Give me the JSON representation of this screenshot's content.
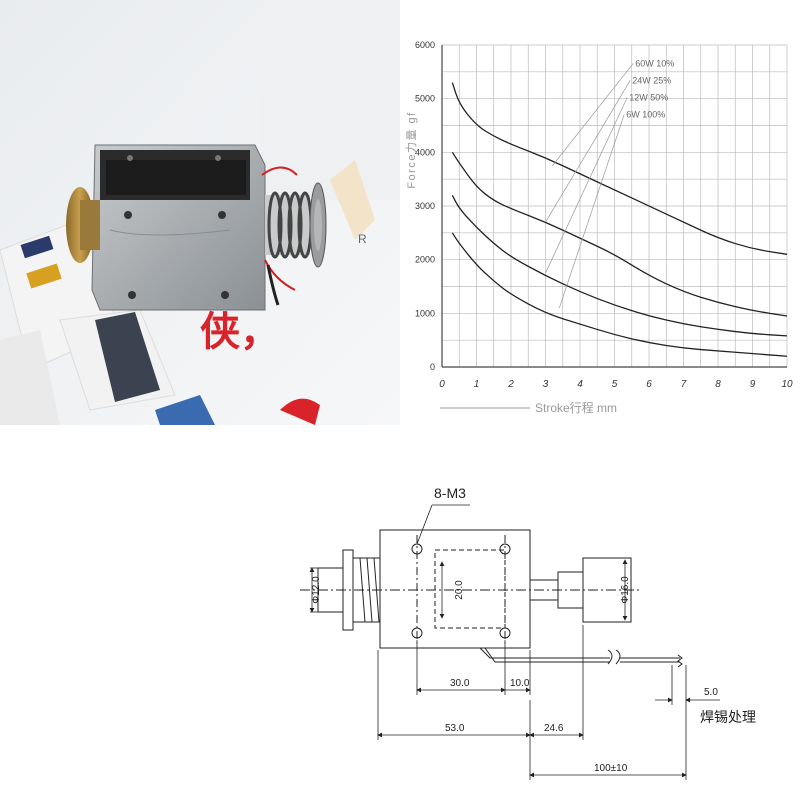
{
  "photo": {
    "stamp": "R",
    "banner_text": "侠，"
  },
  "chart_data": {
    "type": "line",
    "ylabel": "Force力量 gf",
    "xlabel": "Stroke行程 mm",
    "xlim": [
      0,
      10
    ],
    "ylim": [
      0,
      6000
    ],
    "xticks": [
      "0",
      "1",
      "2",
      "3",
      "4",
      "5",
      "6",
      "7",
      "8",
      "9",
      "10"
    ],
    "yticks": [
      "0",
      "1000",
      "2000",
      "3000",
      "4000",
      "5000",
      "6000"
    ],
    "grid": true,
    "series": [
      {
        "name": "60W 10%",
        "x": [
          0.3,
          0.5,
          1,
          1.5,
          2,
          3,
          4,
          5,
          6,
          7,
          8,
          9,
          10
        ],
        "y": [
          5300,
          4900,
          4500,
          4300,
          4150,
          3900,
          3600,
          3300,
          3000,
          2700,
          2400,
          2200,
          2100
        ]
      },
      {
        "name": "24W 25%",
        "x": [
          0.3,
          0.5,
          1,
          1.5,
          2,
          3,
          4,
          5,
          6,
          7,
          8,
          9,
          10
        ],
        "y": [
          4000,
          3800,
          3350,
          3100,
          2950,
          2700,
          2400,
          2100,
          1700,
          1400,
          1200,
          1050,
          950
        ]
      },
      {
        "name": "12W 50%",
        "x": [
          0.3,
          0.5,
          1,
          1.5,
          2,
          3,
          4,
          5,
          6,
          7,
          8,
          9,
          10
        ],
        "y": [
          3200,
          2950,
          2600,
          2300,
          2050,
          1700,
          1400,
          1150,
          950,
          800,
          700,
          620,
          580
        ]
      },
      {
        "name": "6W 100%",
        "x": [
          0.3,
          0.5,
          1,
          1.5,
          2,
          3,
          4,
          5,
          6,
          7,
          8,
          9,
          10
        ],
        "y": [
          2500,
          2300,
          1900,
          1600,
          1350,
          1000,
          800,
          600,
          450,
          350,
          300,
          250,
          200
        ]
      }
    ]
  },
  "drawing": {
    "hole_label": "8-M3",
    "d_plunger": "Φ12.0",
    "d_body": "20.0",
    "d_cap": "Φ16.0",
    "dim_30": "30.0",
    "dim_10": "10.0",
    "dim_53": "53.0",
    "dim_24": "24.6",
    "dim_100": "100±10",
    "dim_5": "5.0",
    "solder_note": "焊锡处理"
  }
}
